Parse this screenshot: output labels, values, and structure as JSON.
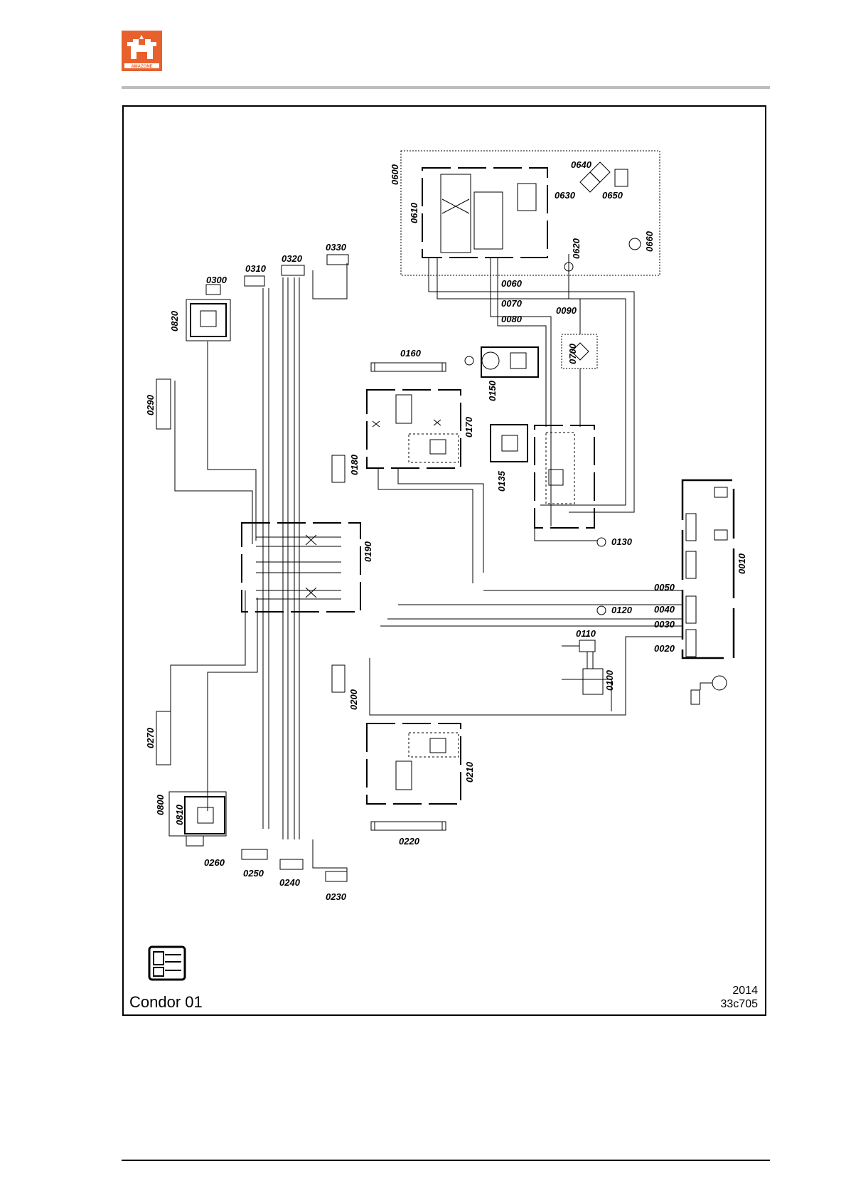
{
  "brand": {
    "name": "AMAZONE",
    "color": "#e8602c"
  },
  "footer": {
    "title": "Condor 01",
    "year": "2014",
    "code": "33c705"
  },
  "labels": {
    "l0010": "0010",
    "l0020": "0020",
    "l0030": "0030",
    "l0040": "0040",
    "l0050": "0050",
    "l0060": "0060",
    "l0070": "0070",
    "l0080": "0080",
    "l0090": "0090",
    "l0100": "0100",
    "l0110": "0110",
    "l0120": "0120",
    "l0130": "0130",
    "l0135": "0135",
    "l0150": "0150",
    "l0160": "0160",
    "l0170": "0170",
    "l0180": "0180",
    "l0190": "0190",
    "l0200": "0200",
    "l0210": "0210",
    "l0220": "0220",
    "l0230": "0230",
    "l0240": "0240",
    "l0250": "0250",
    "l0260": "0260",
    "l0270": "0270",
    "l0290": "0290",
    "l0300": "0300",
    "l0310": "0310",
    "l0320": "0320",
    "l0330": "0330",
    "l0600": "0600",
    "l0610": "0610",
    "l0620": "0620",
    "l0630": "0630",
    "l0640": "0640",
    "l0650": "0650",
    "l0660": "0660",
    "l0700": "0700",
    "l0800": "0800",
    "l0810": "0810",
    "l0820": "0820"
  }
}
